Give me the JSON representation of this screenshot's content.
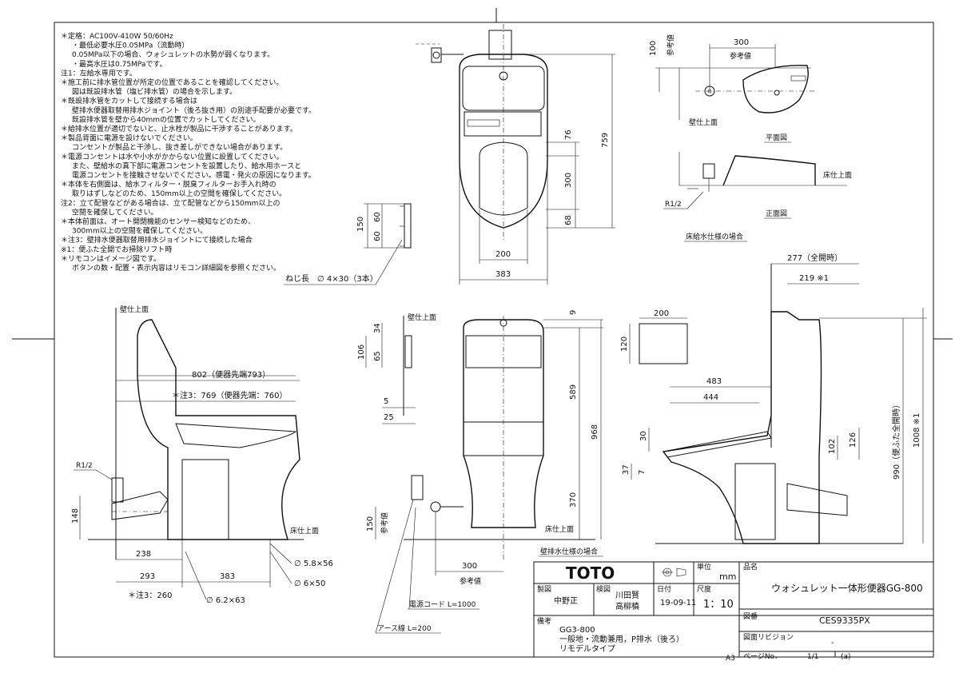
{
  "notes": [
    "＊定格：AC100V-410W 50/60Hz",
    "・最低必要水圧0.05MPa（流動時）",
    "0.05MPa以下の場合、ウォシュレットの水勢が弱くなります。",
    "・最高水圧は0.75MPaです。",
    "注1：左給水専用です。",
    "＊施工前に排水管位置が所定の位置であることを確認してください。",
    "図は既設排水管（塩ビ排水管）の場合を示します。",
    "＊既設排水管をカットして接続する場合は",
    "壁排水便器取替用排水ジョイント（後ろ抜き用）の別途手配要が必要です。",
    "既設排水管を壁から40mmの位置でカットしてください。",
    "＊給排水位置が適切でないと、止水栓が製品に干渉することがあります。",
    "＊製品背面に電源を設けないでください。",
    "コンセントが製品と干渉し、抜き差しができない場合があります。",
    "＊電源コンセントは水や小水がかからない位置に設置してください。",
    "また、壁給水の真下部に電源コンセントを設置したり、給水用ホースと",
    "電源コンセントを接触させないでください。感電・発火の原因になります。",
    "＊本体を右側面は、給水フィルター・脱臭フィルターお手入れ時の",
    "取りはずしなどのため、150mm以上の空間を確保してください。",
    "注2：立て配管などがある場合は、立て配管などから150mm以上の",
    "空間を確保してください。",
    "＊本体前面は、オート開閉機能のセンサー検知などのため、",
    "300mm以上の空間を確保してください。",
    "＊注3：壁排水便器取替用排水ジョイントにて接続した場合",
    "※1：便ふた全開でお掃除リフト時",
    "＊リモコンはイメージ図です。",
    "ボタンの数・配置・表示内容はリモコン詳細図を参照ください。"
  ],
  "screw_note": "ねじ長　∅ 4×30（3本）",
  "labels": {
    "ref_value": "参考値",
    "wall_finish": "壁仕上面",
    "floor_finish": "床仕上面",
    "plan_view": "平面図",
    "front_view": "正面図",
    "floor_supply_case": "床給水仕様の場合",
    "wall_drain_case": "壁排水仕様の場合",
    "r12": "R1/2",
    "power_cord": "電源コード L=1000",
    "earth_wire": "アース線 L=200"
  },
  "dims": {
    "d300_top": "300",
    "d100": "100",
    "d759": "759",
    "d76": "76",
    "d300_seat": "300",
    "d68": "68",
    "d200": "200",
    "d383": "383",
    "d150_a": "150",
    "d60a": "60",
    "d60b": "60",
    "d802": "802（便器先端793）",
    "d769": "＊注3：769（便器先端：760）",
    "d148": "148",
    "d238": "238",
    "d293": "293",
    "d383b": "383",
    "d260": "＊注3：260",
    "phi58": "∅ 5.8×56",
    "phi6": "∅ 6×50",
    "phi62": "∅ 6.2×63",
    "d34": "34",
    "d106": "106",
    "d65": "65",
    "d5": "5",
    "d25": "25",
    "d9": "9",
    "d589": "589",
    "d968": "968",
    "d370": "370",
    "d150_b": "150",
    "d300_b": "300",
    "d200b": "200",
    "d120": "120",
    "d483": "483",
    "d444": "444",
    "d277": "277（全開時）",
    "d219": "219 ※1",
    "d30": "30",
    "d37": "37",
    "d7": "7",
    "d126": "126",
    "d102": "102",
    "d990": "990（便ふた全開時）",
    "d1008": "1008 ※1"
  },
  "title_block": {
    "brand": "TOTO",
    "unit_label": "単位",
    "unit": "mm",
    "name_label": "品名",
    "product_name": "ウォシュレット一体形便器GG-800",
    "design_label": "製図",
    "designer": "中野正",
    "check_label": "検図",
    "checkers": "川田賢\n高柳槙",
    "date_label": "日付",
    "date": "19-09-11",
    "scale_label": "尺度",
    "scale": "1：10",
    "drawing_no_label": "図番",
    "drawing_no": "CES9335PX",
    "remarks_label": "備考",
    "remarks": [
      "GG3-800",
      "一般地・流動兼用，P排水（後ろ）",
      "リモデルタイプ"
    ],
    "revision_label": "図面リビジョン",
    "revision": "-",
    "paper_size": "A3",
    "page_label": "ページNo．",
    "page": "1/1",
    "page_suffix": "(a)"
  }
}
